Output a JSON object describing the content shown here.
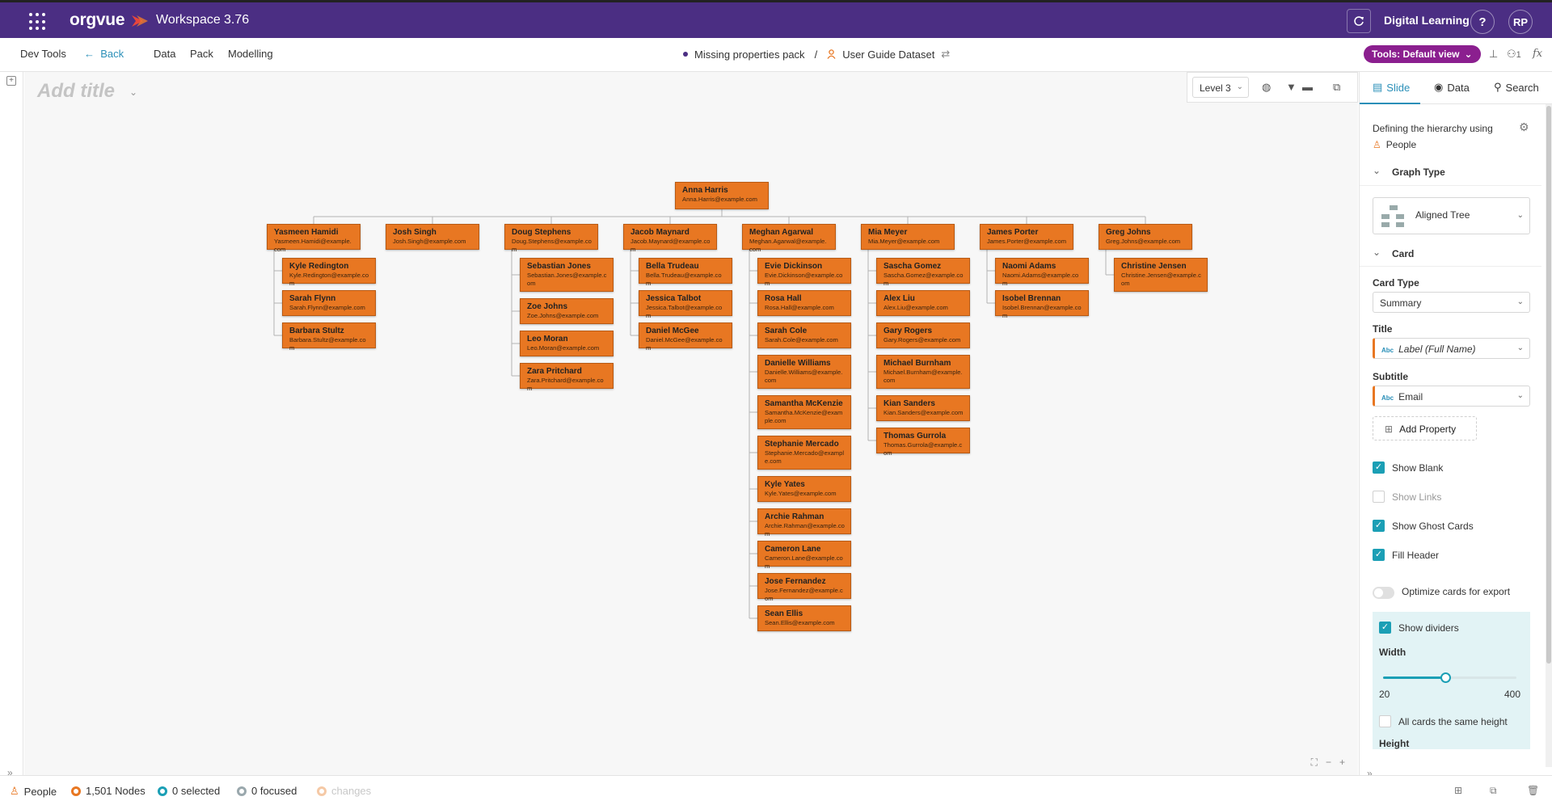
{
  "topbar": {
    "brand": "orgvue",
    "workspace_label": "Workspace",
    "workspace_version": "3.76",
    "org_name": "Digital Learning",
    "help": "?",
    "avatar": "RP",
    "brand_color": "#4b2e83"
  },
  "menubar": {
    "dev_tools": "Dev Tools",
    "back": "Back",
    "items": [
      "Data",
      "Pack",
      "Modelling"
    ],
    "breadcrumb_pack": "Missing properties pack",
    "breadcrumb_sep": "/",
    "breadcrumb_dataset": "User Guide Dataset",
    "tools_view": "Tools: Default view",
    "pin_count": "1",
    "fx": "fx"
  },
  "canvas": {
    "title_placeholder": "Add title",
    "level": "Level 3",
    "card_color": "#e87722",
    "root": {
      "name": "Anna Harris",
      "email": "Anna.Harris@example.com"
    },
    "columns": [
      {
        "name": "Yasmeen Hamidi",
        "email": "Yasmeen.Hamidi@example.com",
        "children": [
          {
            "name": "Kyle Redington",
            "email": "Kyle.Redington@example.com"
          },
          {
            "name": "Sarah Flynn",
            "email": "Sarah.Flynn@example.com"
          },
          {
            "name": "Barbara Stultz",
            "email": "Barbara.Stultz@example.com"
          }
        ]
      },
      {
        "name": "Josh Singh",
        "email": "Josh.Singh@example.com",
        "children": []
      },
      {
        "name": "Doug Stephens",
        "email": "Doug.Stephens@example.com",
        "children": [
          {
            "name": "Sebastian Jones",
            "email": "Sebastian.Jones@example.com"
          },
          {
            "name": "Zoe Johns",
            "email": "Zoe.Johns@example.com"
          },
          {
            "name": "Leo Moran",
            "email": "Leo.Moran@example.com"
          },
          {
            "name": "Zara Pritchard",
            "email": "Zara.Pritchard@example.com"
          }
        ]
      },
      {
        "name": "Jacob Maynard",
        "email": "Jacob.Maynard@example.com",
        "children": [
          {
            "name": "Bella Trudeau",
            "email": "Bella.Trudeau@example.com"
          },
          {
            "name": "Jessica Talbot",
            "email": "Jessica.Talbot@example.com"
          },
          {
            "name": "Daniel McGee",
            "email": "Daniel.McGee@example.com"
          }
        ]
      },
      {
        "name": "Meghan Agarwal",
        "email": "Meghan.Agarwal@example.com",
        "children": [
          {
            "name": "Evie Dickinson",
            "email": "Evie.Dickinson@example.com"
          },
          {
            "name": "Rosa Hall",
            "email": "Rosa.Hall@example.com"
          },
          {
            "name": "Sarah Cole",
            "email": "Sarah.Cole@example.com"
          },
          {
            "name": "Danielle Williams",
            "email": "Danielle.Williams@example.com"
          },
          {
            "name": "Samantha McKenzie",
            "email": "Samantha.McKenzie@example.com"
          },
          {
            "name": "Stephanie Mercado",
            "email": "Stephanie.Mercado@example.com"
          },
          {
            "name": "Kyle Yates",
            "email": "Kyle.Yates@example.com"
          },
          {
            "name": "Archie Rahman",
            "email": "Archie.Rahman@example.com"
          },
          {
            "name": "Cameron Lane",
            "email": "Cameron.Lane@example.com"
          },
          {
            "name": "Jose Fernandez",
            "email": "Jose.Fernandez@example.com"
          },
          {
            "name": "Sean Ellis",
            "email": "Sean.Ellis@example.com"
          }
        ]
      },
      {
        "name": "Mia Meyer",
        "email": "Mia.Meyer@example.com",
        "children": [
          {
            "name": "Sascha Gomez",
            "email": "Sascha.Gomez@example.com"
          },
          {
            "name": "Alex Liu",
            "email": "Alex.Liu@example.com"
          },
          {
            "name": "Gary Rogers",
            "email": "Gary.Rogers@example.com"
          },
          {
            "name": "Michael Burnham",
            "email": "Michael.Burnham@example.com"
          },
          {
            "name": "Kian Sanders",
            "email": "Kian.Sanders@example.com"
          },
          {
            "name": "Thomas Gurrola",
            "email": "Thomas.Gurrola@example.com"
          }
        ]
      },
      {
        "name": "James Porter",
        "email": "James.Porter@example.com",
        "children": [
          {
            "name": "Naomi Adams",
            "email": "Naomi.Adams@example.com"
          },
          {
            "name": "Isobel Brennan",
            "email": "Isobel.Brennan@example.com"
          }
        ]
      },
      {
        "name": "Greg Johns",
        "email": "Greg.Johns@example.com",
        "children": [
          {
            "name": "Christine Jensen",
            "email": "Christine.Jensen@example.com"
          }
        ]
      }
    ]
  },
  "right_panel": {
    "tabs": [
      "Slide",
      "Data",
      "Search"
    ],
    "hierarchy_label": "Defining the hierarchy using",
    "hierarchy_dimension": "People",
    "graph_type_section": "Graph Type",
    "graph_type": "Aligned Tree",
    "card_section": "Card",
    "card_type_label": "Card Type",
    "card_type": "Summary",
    "title_label": "Title",
    "title_value": "Label (Full Name)",
    "subtitle_label": "Subtitle",
    "subtitle_value": "Email",
    "abc": "Abc",
    "add_property": "Add Property",
    "show_blank": "Show Blank",
    "show_links": "Show Links",
    "show_ghost_cards": "Show Ghost Cards",
    "fill_header": "Fill Header",
    "optimize_cards": "Optimize cards for export",
    "show_dividers": "Show dividers",
    "width_label": "Width",
    "width_min": "20",
    "width_max": "400",
    "same_height": "All cards the same height",
    "height_label": "Height"
  },
  "statusbar": {
    "dimension": "People",
    "nodes": "1,501 Nodes",
    "selected": "0 selected",
    "focused": "0 focused",
    "changes": "changes"
  }
}
